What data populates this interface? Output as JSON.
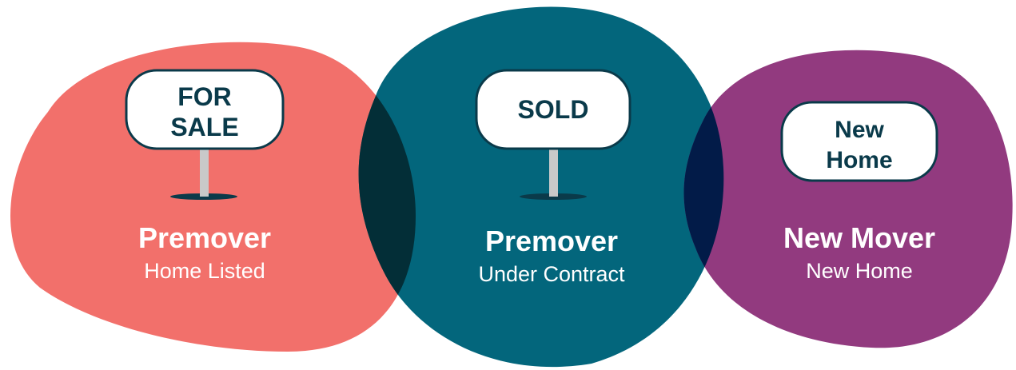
{
  "colors": {
    "coral": "#F2706B",
    "teal": "#03667C",
    "purple": "#923A7F",
    "overlap_coral_teal": "#032E37",
    "overlap_teal_purple": "#021B48",
    "sign_border": "#0A3A4A",
    "post": "#C9C9C9",
    "shadow": "#0A3A4A"
  },
  "stages": [
    {
      "sign_lines": [
        "FOR",
        "SALE"
      ],
      "title": "Premover",
      "subtitle": "Home Listed"
    },
    {
      "sign_lines": [
        "SOLD"
      ],
      "title": "Premover",
      "subtitle": "Under Contract"
    },
    {
      "sign_lines": [
        "New",
        "Home"
      ],
      "title": "New Mover",
      "subtitle": "New Home"
    }
  ]
}
